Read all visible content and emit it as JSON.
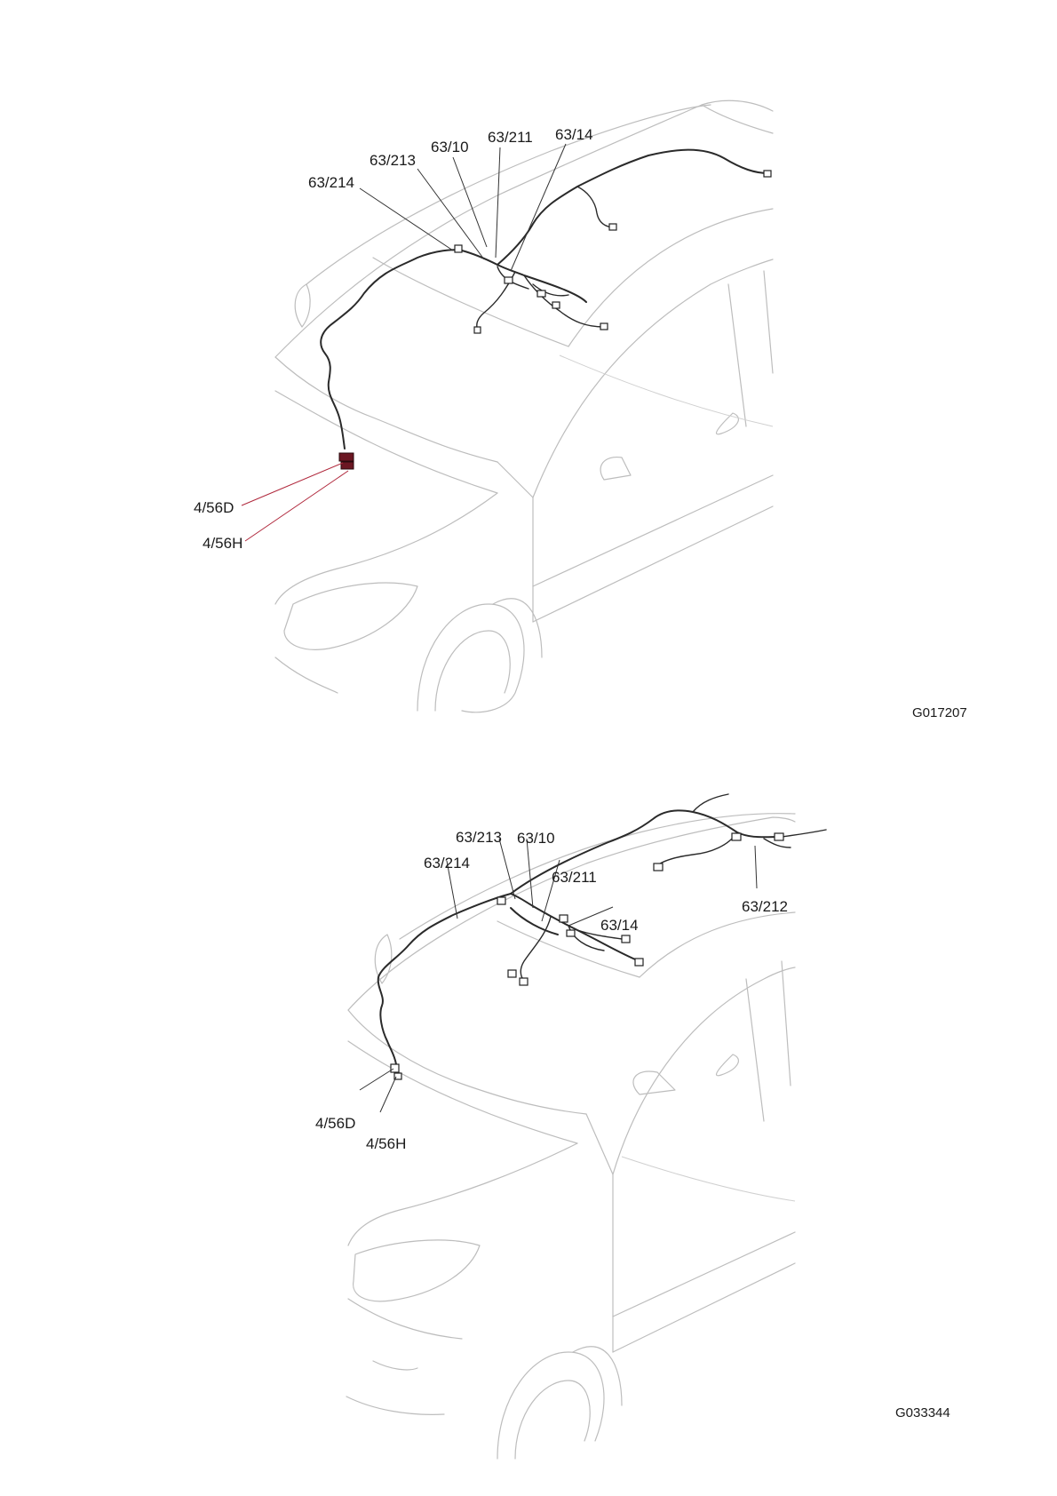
{
  "figures": [
    {
      "id_label": "G017207",
      "callouts": {
        "c63_214": "63/214",
        "c63_213": "63/213",
        "c63_10": "63/10",
        "c63_211": "63/211",
        "c63_14": "63/14",
        "c4_56D": "4/56D",
        "c4_56H": "4/56H"
      }
    },
    {
      "id_label": "G033344",
      "callouts": {
        "c63_213": "63/213",
        "c63_10": "63/10",
        "c63_214": "63/214",
        "c63_211": "63/211",
        "c63_212": "63/212",
        "c63_14": "63/14",
        "c4_56D": "4/56D",
        "c4_56H": "4/56H"
      }
    }
  ],
  "colors": {
    "car_outline": "#bdbdbd",
    "harness": "#2a2a2a",
    "highlight_leader": "#b0283c",
    "highlight_connector": "#6b1622"
  }
}
